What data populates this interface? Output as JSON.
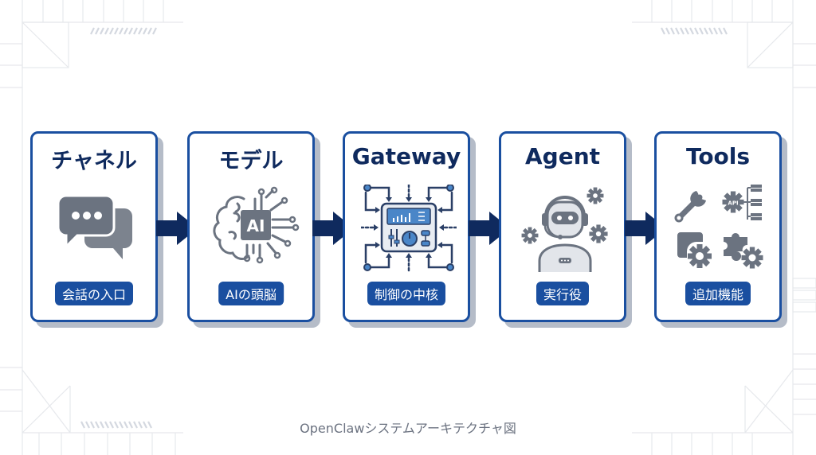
{
  "diagram": {
    "caption": "OpenClawシステムアーキテクチャ図",
    "colors": {
      "card_border": "#1a4fa0",
      "title": "#0f2a5e",
      "arrow": "#0f2a5e",
      "icon_gray": "#6b7380",
      "icon_blue": "#4a86c8"
    },
    "cards": [
      {
        "title": "チャネル",
        "subtitle": "会話の入口",
        "icon": "chat-bubbles-icon"
      },
      {
        "title": "モデル",
        "subtitle": "AIの頭脳",
        "icon": "ai-brain-icon",
        "icon_text": "AI"
      },
      {
        "title": "Gateway",
        "subtitle": "制御の中核",
        "icon": "control-panel-icon"
      },
      {
        "title": "Agent",
        "subtitle": "実行役",
        "icon": "robot-agent-icon"
      },
      {
        "title": "Tools",
        "subtitle": "追加機能",
        "icon": "tools-icon",
        "icon_text": "API"
      }
    ]
  }
}
